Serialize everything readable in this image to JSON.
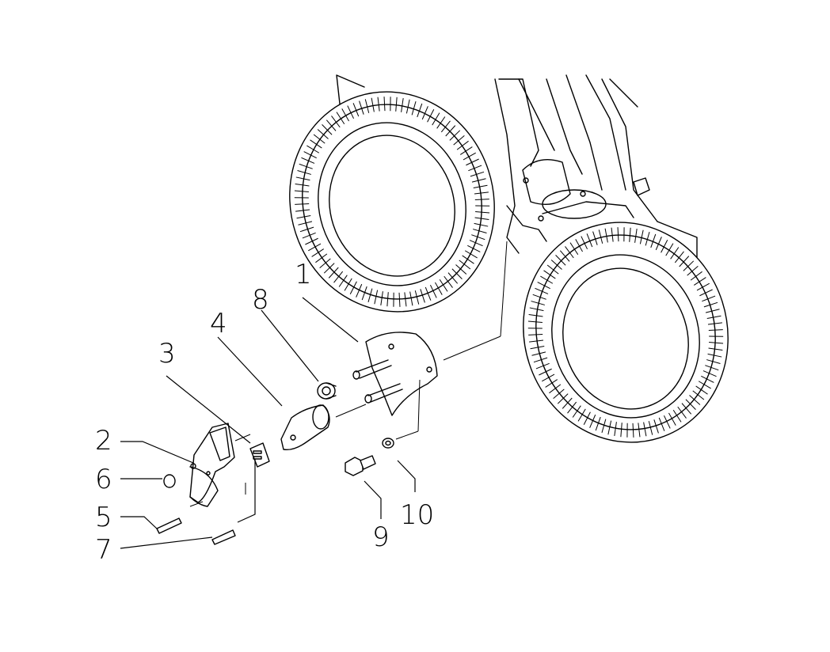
{
  "diagram": {
    "parts": [
      {
        "id": "1",
        "label": "1"
      },
      {
        "id": "2",
        "label": "2"
      },
      {
        "id": "3",
        "label": "3"
      },
      {
        "id": "4",
        "label": "4"
      },
      {
        "id": "5",
        "label": "5"
      },
      {
        "id": "6",
        "label": "6"
      },
      {
        "id": "7",
        "label": "7"
      },
      {
        "id": "8",
        "label": "8"
      },
      {
        "id": "9",
        "label": "9"
      },
      {
        "id": "10",
        "label": "10"
      }
    ]
  }
}
